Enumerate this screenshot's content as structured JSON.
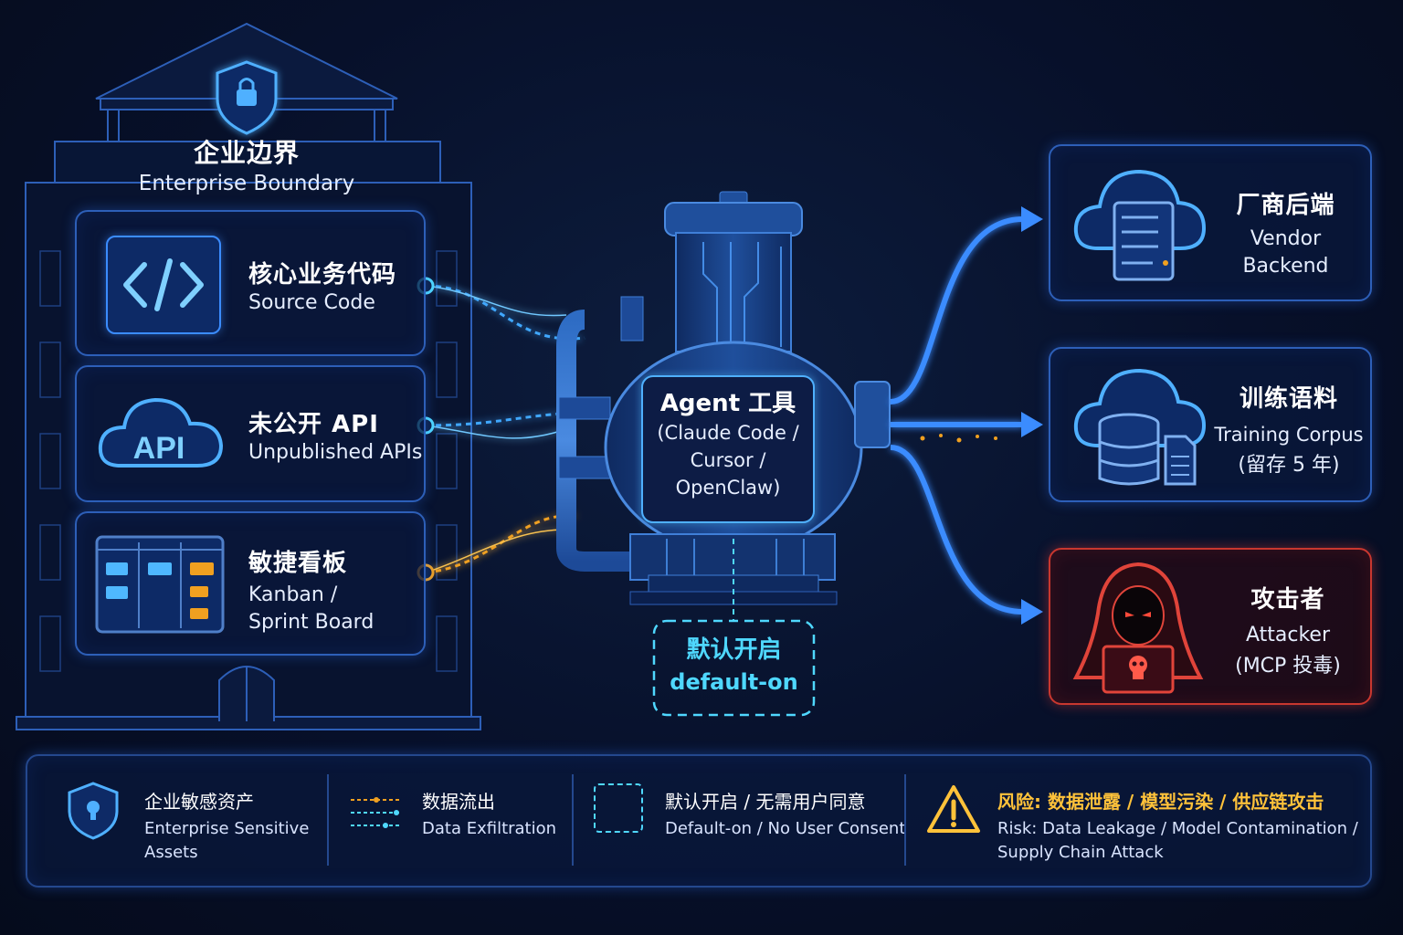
{
  "enterprise": {
    "title_zh": "企业边界",
    "title_en": "Enterprise Boundary",
    "assets": [
      {
        "zh": "核心业务代码",
        "en": "Source Code",
        "icon": "code-icon"
      },
      {
        "zh": "未公开 API",
        "en": "Unpublished APIs",
        "icon": "api-cloud-icon",
        "icon_text": "API"
      },
      {
        "zh": "敏捷看板",
        "en_line1": "Kanban /",
        "en_line2": "Sprint Board",
        "icon": "kanban-board-icon"
      }
    ]
  },
  "agent": {
    "line1": "Agent 工具",
    "line2": "(Claude Code /",
    "line3": "Cursor /",
    "line4": "OpenClaw)",
    "default_zh": "默认开启",
    "default_en": "default-on"
  },
  "destinations": [
    {
      "zh": "厂商后端",
      "en_line1": "Vendor",
      "en_line2": "Backend",
      "icon": "cloud-server-icon"
    },
    {
      "zh": "训练语料",
      "en_line1": "Training Corpus",
      "en_line2": "(留存 5 年)",
      "icon": "cloud-database-icon"
    },
    {
      "zh": "攻击者",
      "en_line1": "Attacker",
      "en_line2": "(MCP 投毒)",
      "icon": "hooded-attacker-icon"
    }
  ],
  "legend": [
    {
      "zh": "企业敏感资产",
      "en_line1": "Enterprise Sensitive",
      "en_line2": "Assets",
      "icon": "shield-lock-icon"
    },
    {
      "zh": "数据流出",
      "en_line1": "Data Exfiltration",
      "icon": "data-flow-icon"
    },
    {
      "zh": "默认开启 / 无需用户同意",
      "en_line1": "Default-on / No User Consent",
      "icon": "dashed-box-icon"
    },
    {
      "zh": "风险: 数据泄露 / 模型污染 / 供应链攻击",
      "en_line1": "Risk: Data Leakage / Model Contamination /",
      "en_line2": "Supply Chain Attack",
      "icon": "warning-icon"
    }
  ],
  "colors": {
    "accent_blue": "#3b8cff",
    "cyan": "#4fd8ff",
    "orange": "#f0a020",
    "danger_red": "#d9382f",
    "warning_yellow": "#ffc23a"
  }
}
